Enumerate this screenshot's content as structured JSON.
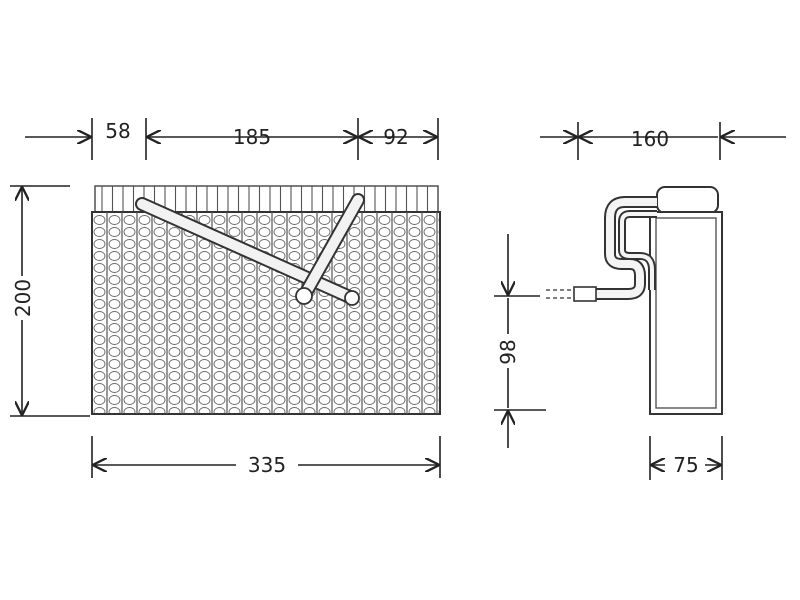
{
  "front_view": {
    "dim_top_left": "58",
    "dim_top_mid": "185",
    "dim_top_right": "92",
    "dim_height": "200",
    "dim_width": "335"
  },
  "side_view": {
    "dim_top": "160",
    "dim_pipe_height": "98",
    "dim_depth": "75"
  }
}
